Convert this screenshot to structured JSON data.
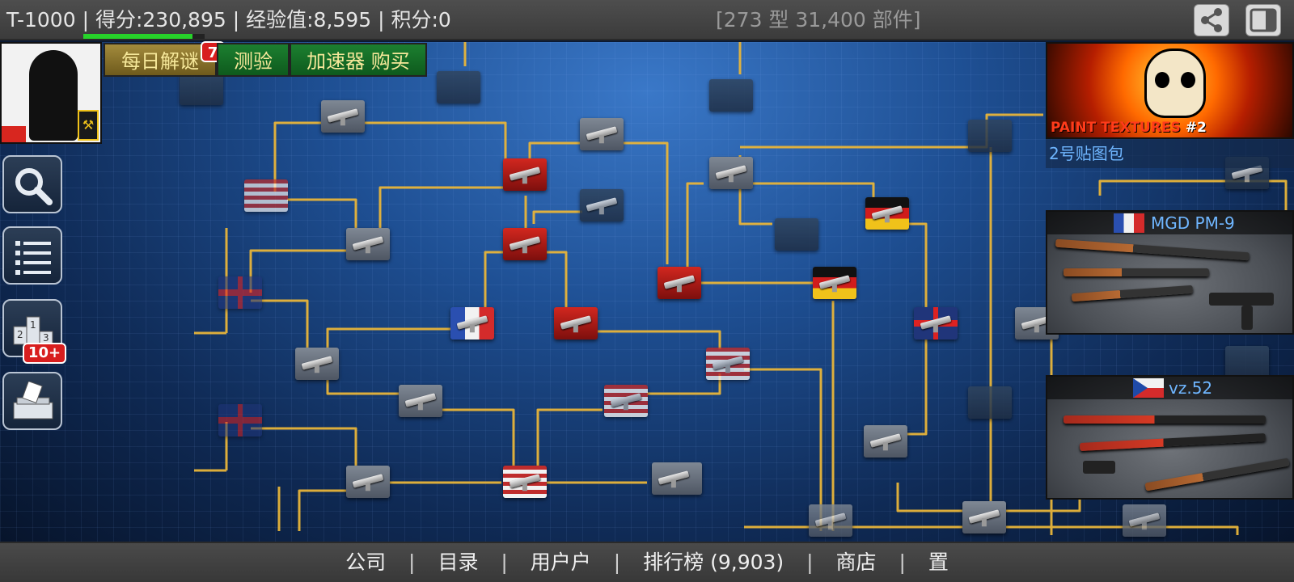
{
  "topbar": {
    "player_name": "T-1000",
    "score": "得分:230,895",
    "experience": "经验值:8,595",
    "points": "积分:0",
    "separator": "|",
    "parts_summary": "[273 型 31,400 部件]",
    "xp_progress": 0.9,
    "share_icon": "share-icon",
    "panel_icon": "side-panel-icon"
  },
  "tabs": {
    "daily": "每日解谜",
    "daily_badge": "7",
    "quiz": "测验",
    "accelerator": "加速器 购买"
  },
  "sidebar": {
    "search_icon": "search-icon",
    "list_icon": "list-icon",
    "leaderboard_icon": "podium-icon",
    "leaderboard_badge": "10+",
    "vote_icon": "ballot-box-icon"
  },
  "promo": {
    "title_main": "PAINT TEXTURES",
    "title_suffix": "#2",
    "caption": "2号贴图包"
  },
  "cards": [
    {
      "title": "MGD PM-9",
      "flag": "france"
    },
    {
      "title": "vz.52",
      "flag": "czech"
    }
  ],
  "bottombar": {
    "items": [
      "公司",
      "目录",
      "用户户",
      "排行榜 (9,903)",
      "商店",
      "置"
    ],
    "separator": "|"
  },
  "colors": {
    "link_line": "#e8b53a",
    "accent_red": "#d81e1e",
    "caption_blue": "#6fb6ff",
    "tab_green": "#1c7f30"
  }
}
